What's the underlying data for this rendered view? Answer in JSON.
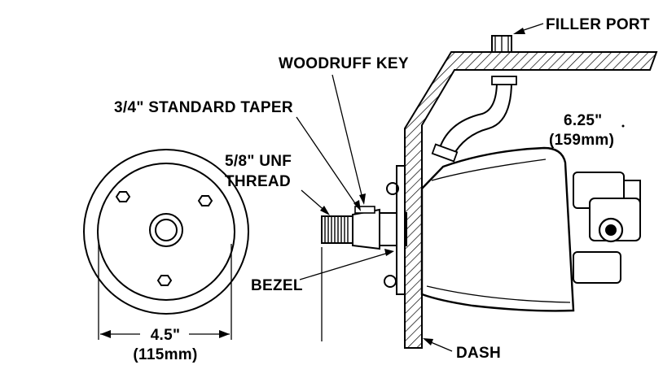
{
  "labels": {
    "filler_port": "FILLER PORT",
    "woodruff_key": "WOODRUFF KEY",
    "standard_taper": "3/4\" STANDARD TAPER",
    "unf_thread_line1": "5/8\" UNF",
    "unf_thread_line2": "THREAD",
    "bezel": "BEZEL",
    "dash": "DASH",
    "length_in": "6.25\"",
    "length_mm": "(159mm)",
    "width_in": "4.5\"",
    "width_mm": "(115mm)"
  }
}
